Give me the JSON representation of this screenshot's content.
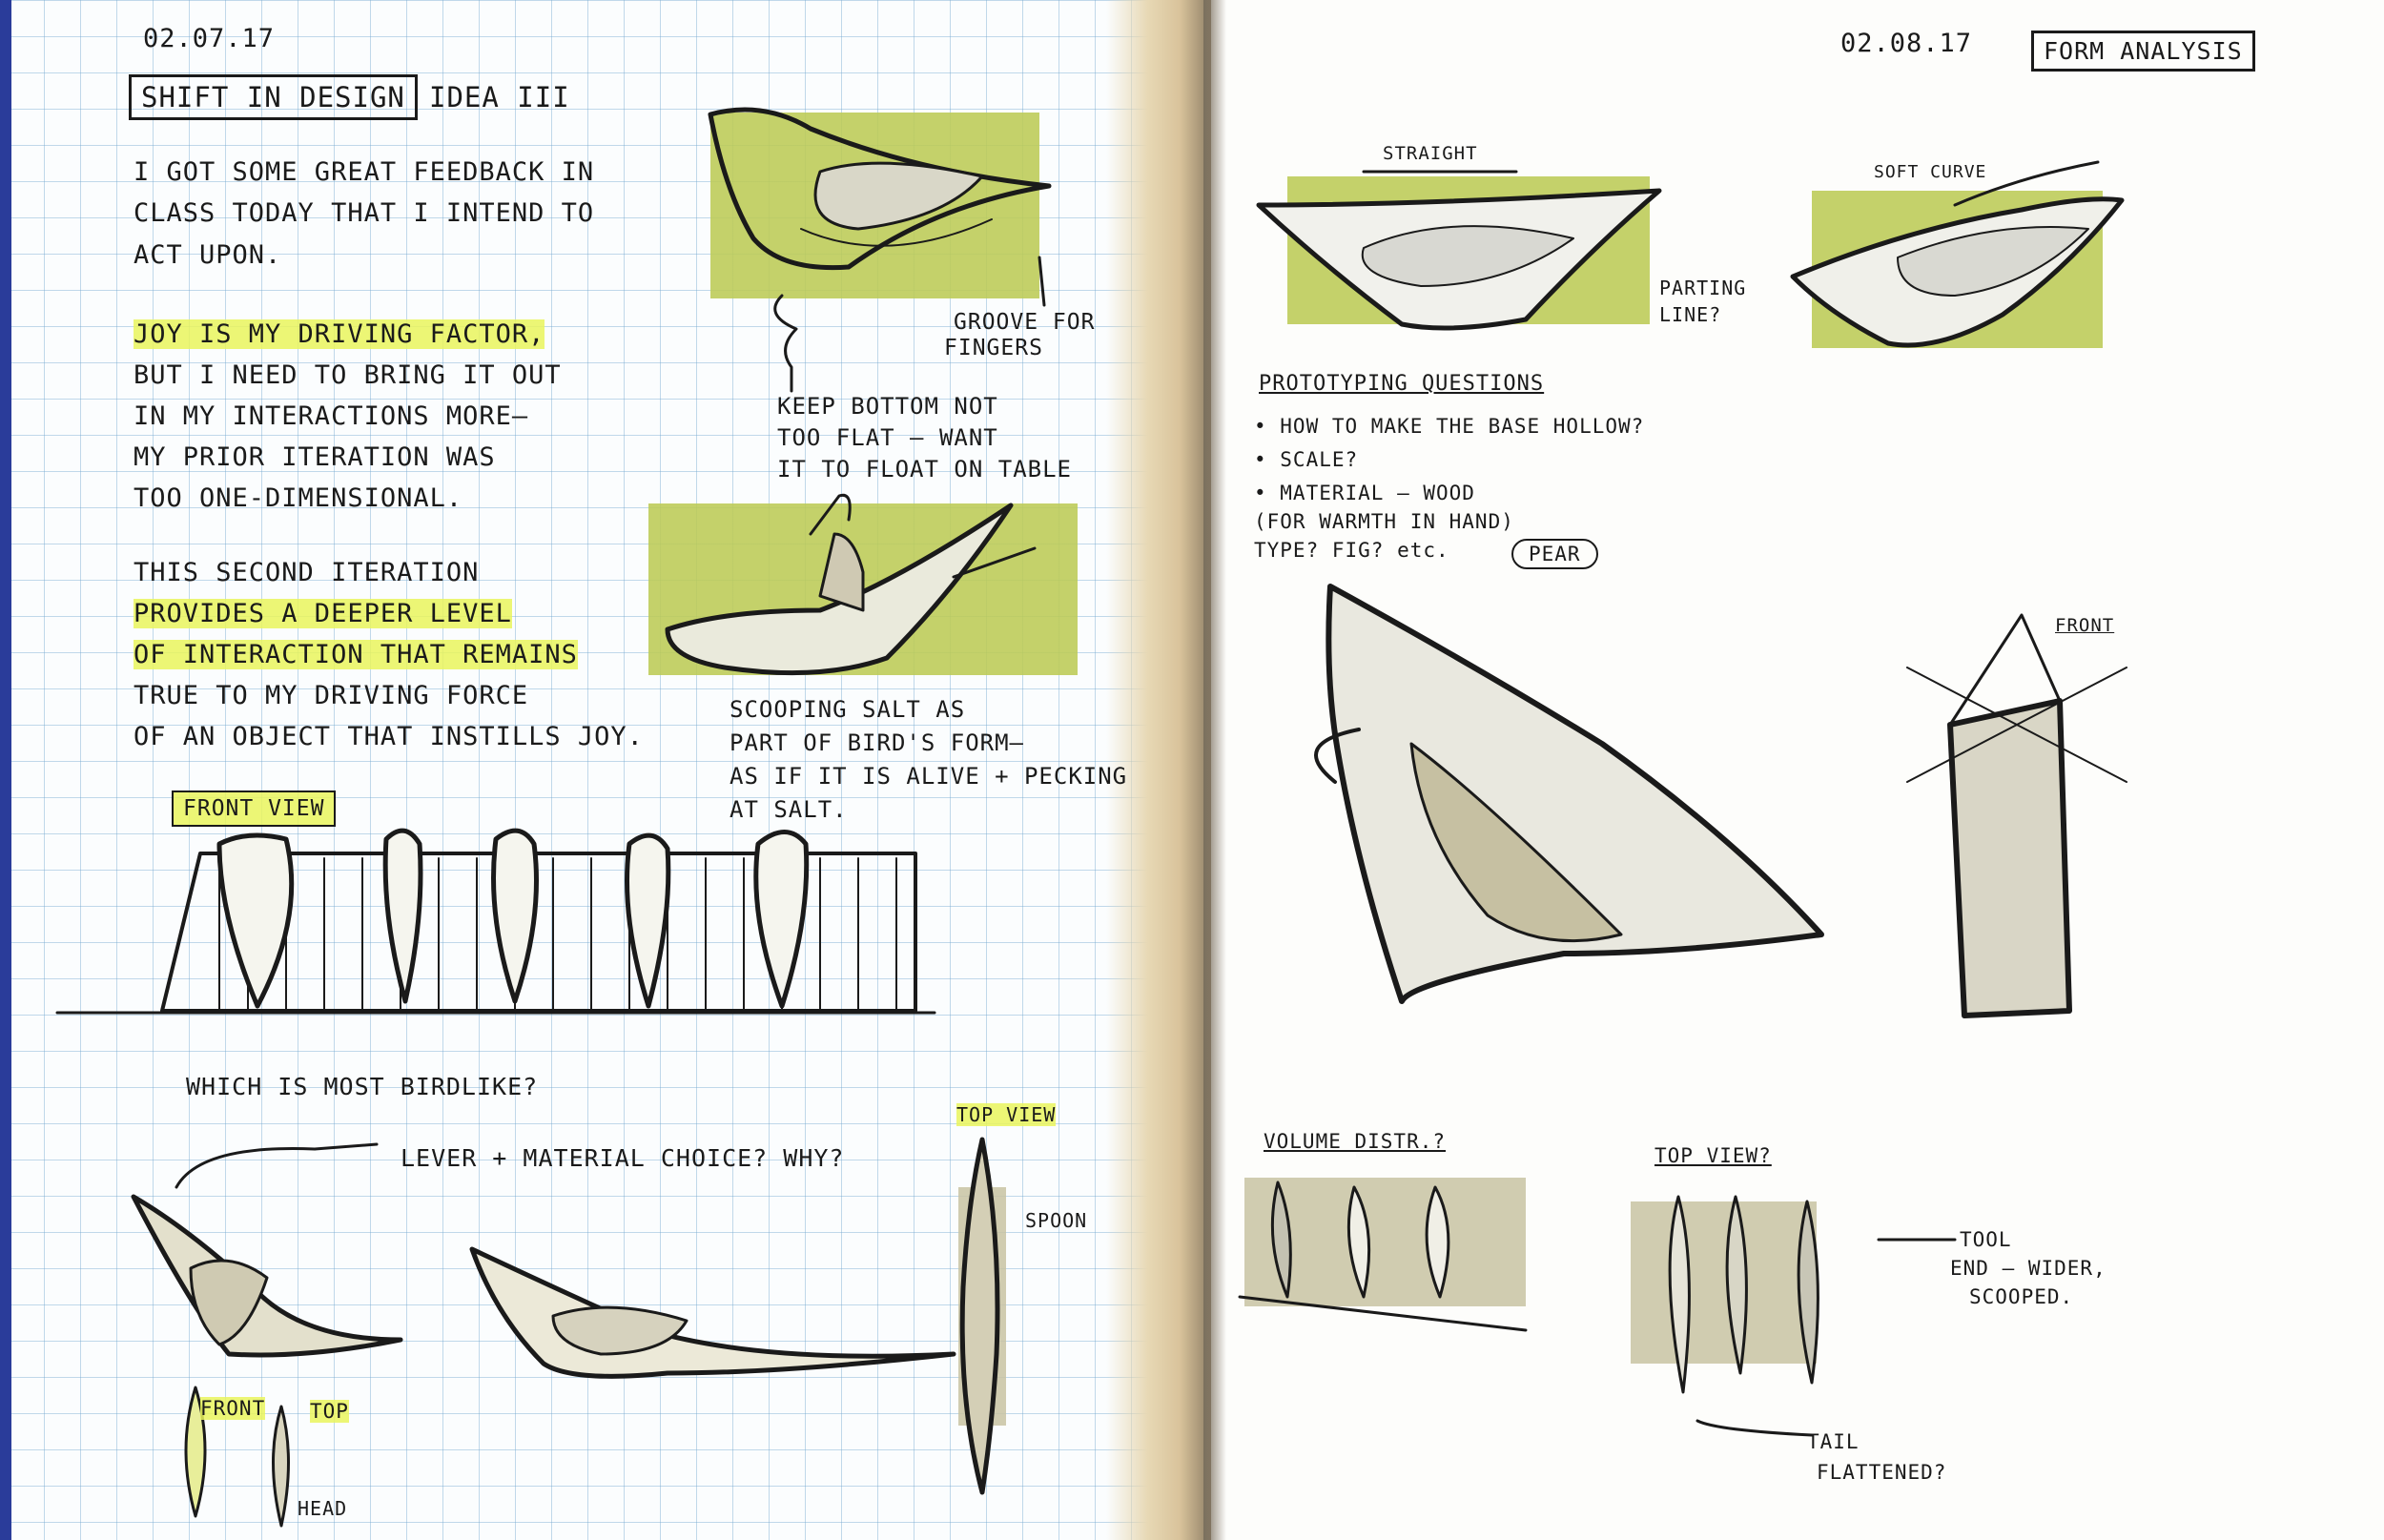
{
  "left_page": {
    "date": "02.07.17",
    "title_box": "SHIFT IN DESIGN",
    "idea_label": "IDEA III",
    "paragraph1": [
      "I GOT SOME GREAT FEEDBACK IN",
      "CLASS TODAY THAT I INTEND TO",
      "ACT UPON."
    ],
    "paragraph2": [
      "JOY IS MY DRIVING FACTOR,",
      "BUT I NEED TO BRING IT OUT",
      "IN MY INTERACTIONS MORE—",
      "MY PRIOR ITERATION WAS",
      "TOO ONE-DIMENSIONAL."
    ],
    "paragraph3": [
      "THIS SECOND ITERATION",
      "PROVIDES A DEEPER LEVEL",
      "OF INTERACTION THAT REMAINS",
      "TRUE TO MY DRIVING FORCE",
      "OF AN OBJECT THAT INSTILLS JOY."
    ],
    "groove_note": [
      "GROOVE FOR",
      "FINGERS"
    ],
    "bottom_note": [
      "KEEP BOTTOM NOT",
      "TOO FLAT — WANT",
      "IT TO FLOAT ON TABLE"
    ],
    "scoop_note": [
      "SCOOPING SALT AS",
      "PART OF BIRD'S FORM—",
      "AS IF IT IS ALIVE + PECKING",
      "AT SALT."
    ],
    "front_view_label": "FRONT VIEW",
    "question_birdlike": "WHICH IS MOST BIRDLIKE?",
    "lever_question": "LEVER + MATERIAL CHOICE? WHY?",
    "top_view_label": "TOP VIEW",
    "spoon_label": "SPOON",
    "front_label": "FRONT",
    "top_label": "TOP",
    "head_label": "HEAD"
  },
  "right_page": {
    "date": "02.08.17",
    "title_box": "FORM ANALYSIS",
    "straight_label": "STRAIGHT",
    "soft_curve_label": "SOFT CURVE",
    "parting_line": [
      "PARTING",
      "LINE?"
    ],
    "prototyping_title": "PROTOTYPING QUESTIONS",
    "prototyping_items": [
      "• HOW TO MAKE THE BASE HOLLOW?",
      "• SCALE?",
      "• MATERIAL — WOOD",
      "(FOR WARMTH IN HAND)",
      "TYPE? FIG? etc."
    ],
    "pear_label": "PEAR",
    "front_label": "FRONT",
    "volume_label": "VOLUME DISTR.?",
    "top_view_label": "TOP VIEW?",
    "tool_note": [
      "TOOL",
      "END — WIDER,",
      "SCOOPED."
    ],
    "tail_note": [
      "TAIL",
      "FLATTENED?"
    ]
  },
  "colors": {
    "marker_green": "#bccb55",
    "marker_grey": "#c8c3a2",
    "highlighter": "#e9f55d",
    "ink": "#1a1a1a",
    "grid_blue": "#78aad2",
    "binding_blue": "#2a3c9a"
  }
}
